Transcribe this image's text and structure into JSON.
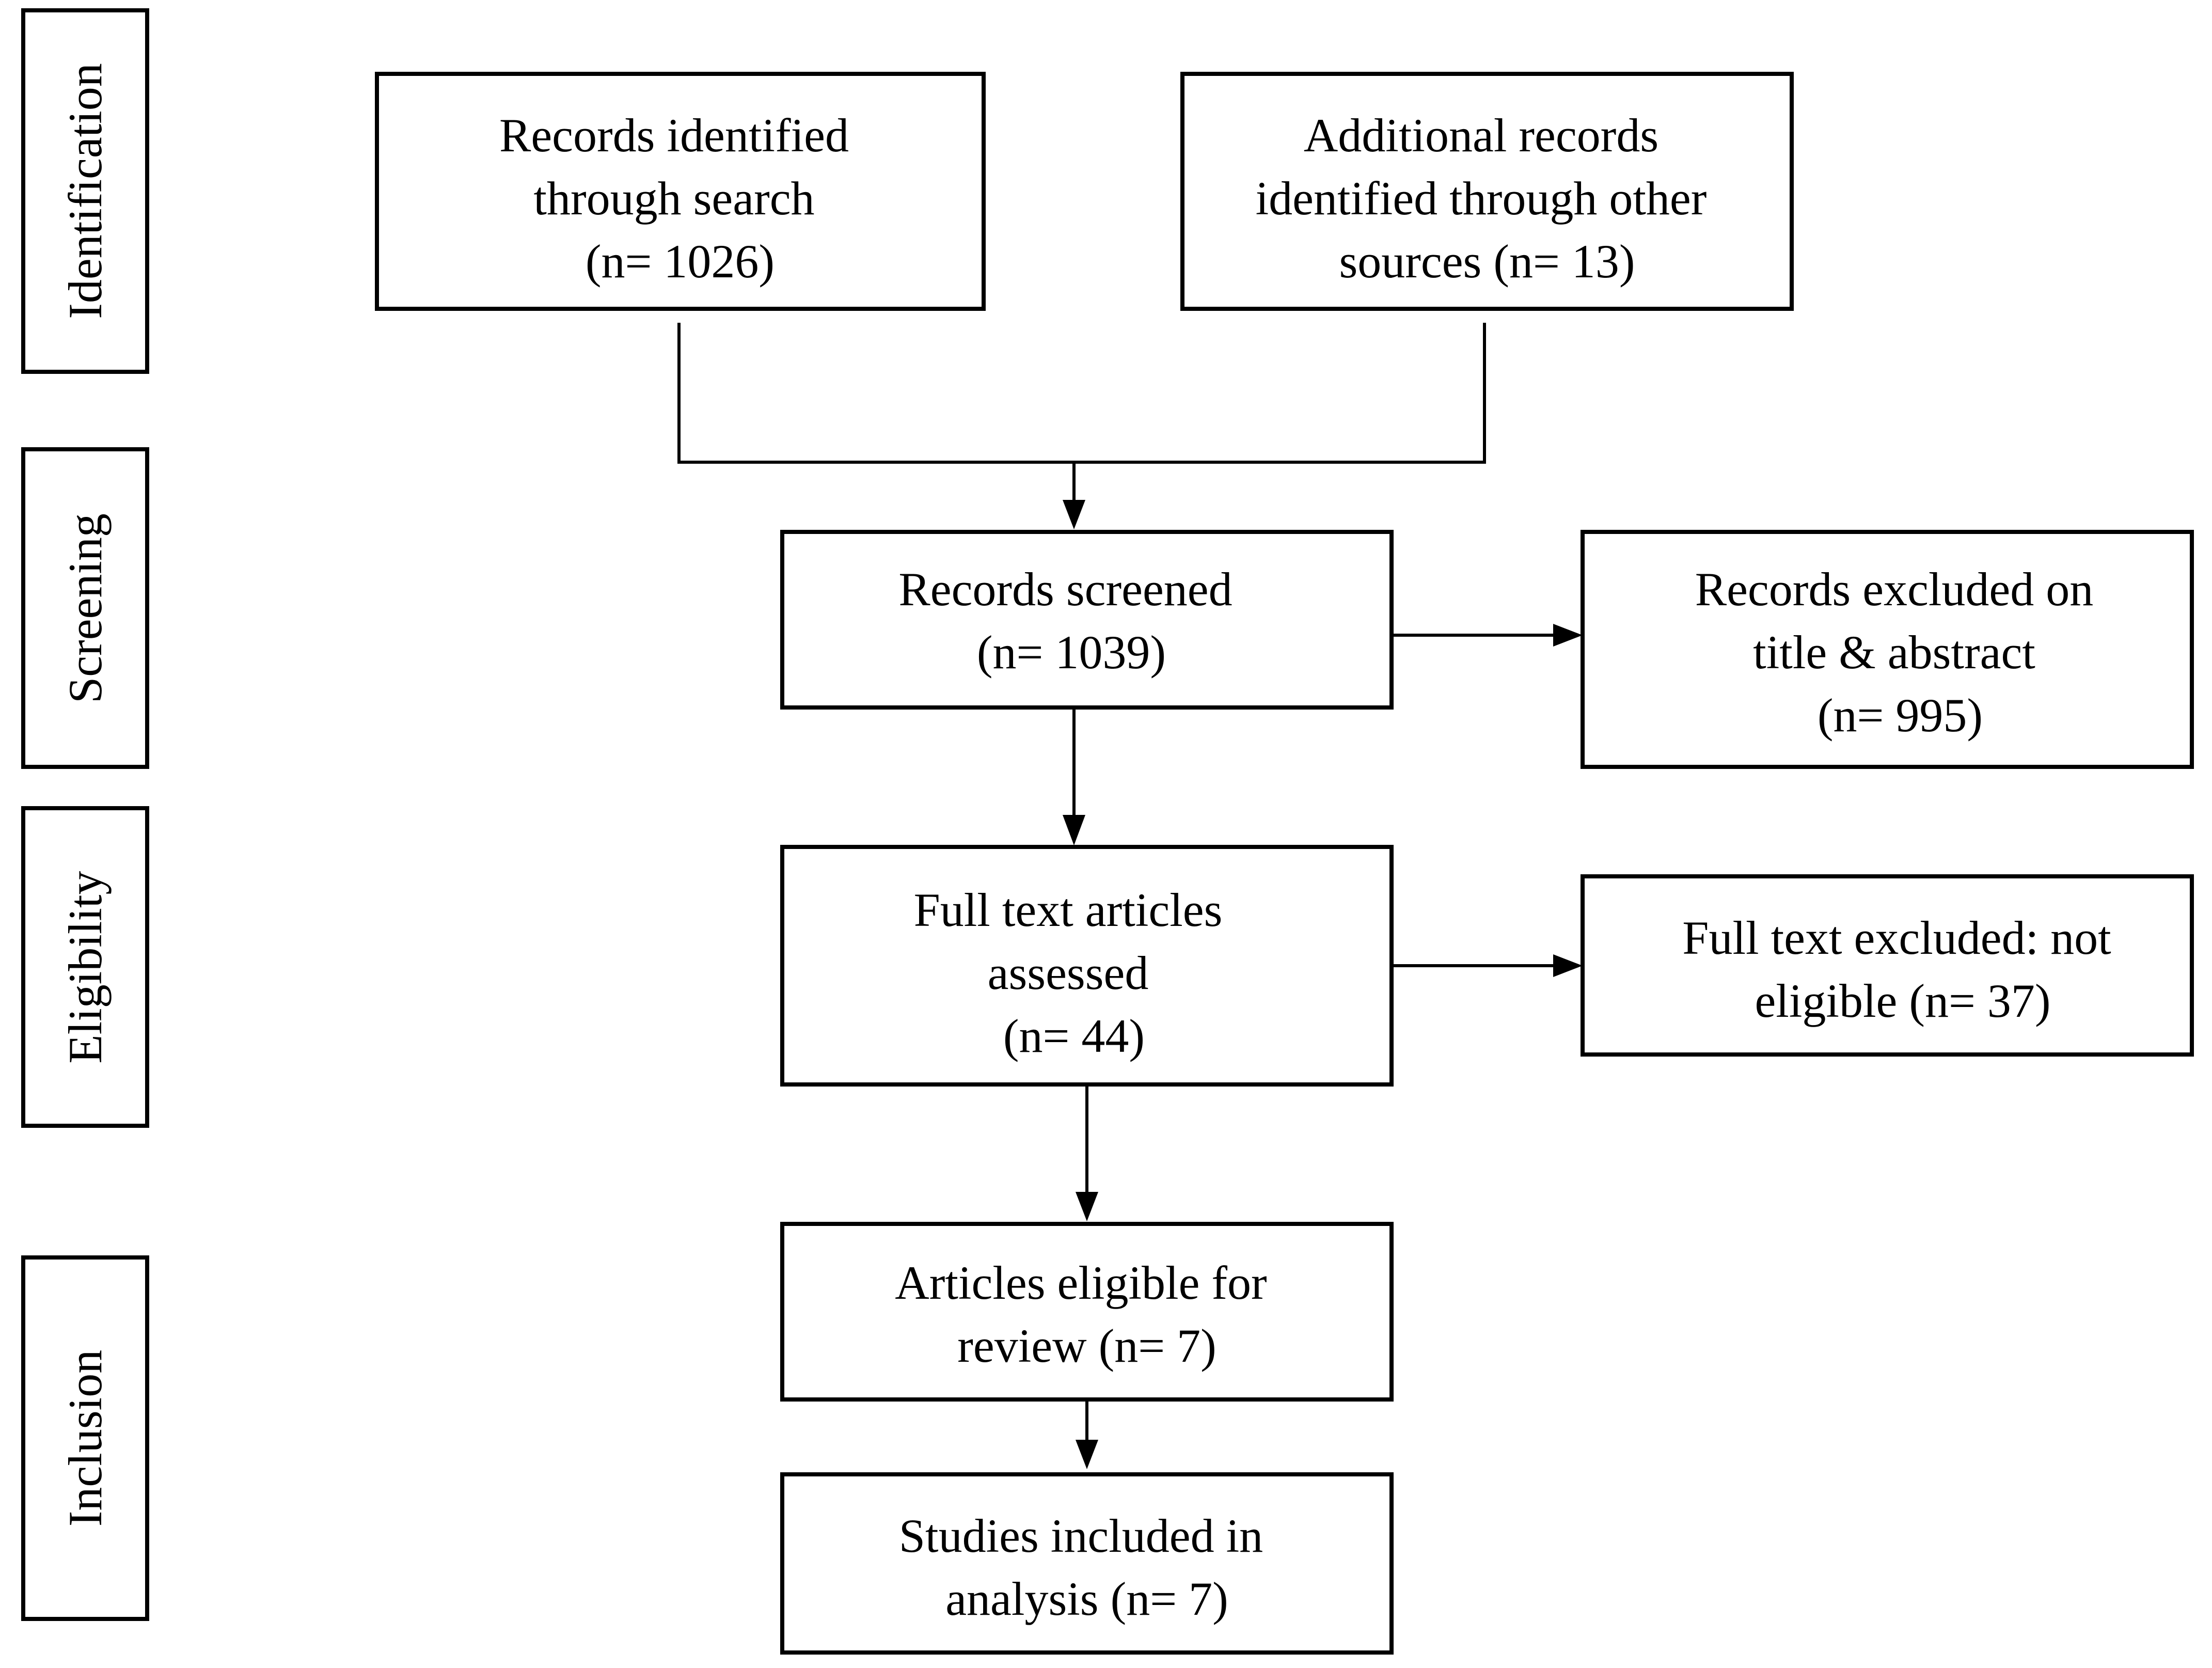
{
  "stages": {
    "identification": "Identification",
    "screening": "Screening",
    "eligibility": "Eligibility",
    "inclusion": "Inclusion"
  },
  "boxes": {
    "records_identified": [
      "Records identified",
      "through search",
      "(n= 1026)"
    ],
    "additional_records": [
      "Additional records",
      "identified through other",
      "sources (n= 13)"
    ],
    "records_screened": [
      "Records screened",
      "(n= 1039)"
    ],
    "records_excluded": [
      "Records excluded on",
      "title & abstract",
      "(n= 995)"
    ],
    "fulltext_assessed": [
      "Full text articles",
      "assessed",
      "(n= 44)"
    ],
    "fulltext_excluded": [
      "Full text excluded: not",
      "eligible (n= 37)"
    ],
    "articles_eligible": [
      "Articles eligible for",
      "review (n= 7)"
    ],
    "studies_included": [
      "Studies included in",
      "analysis (n= 7)"
    ]
  },
  "colors": {
    "stroke": "#000000",
    "background": "#ffffff"
  }
}
